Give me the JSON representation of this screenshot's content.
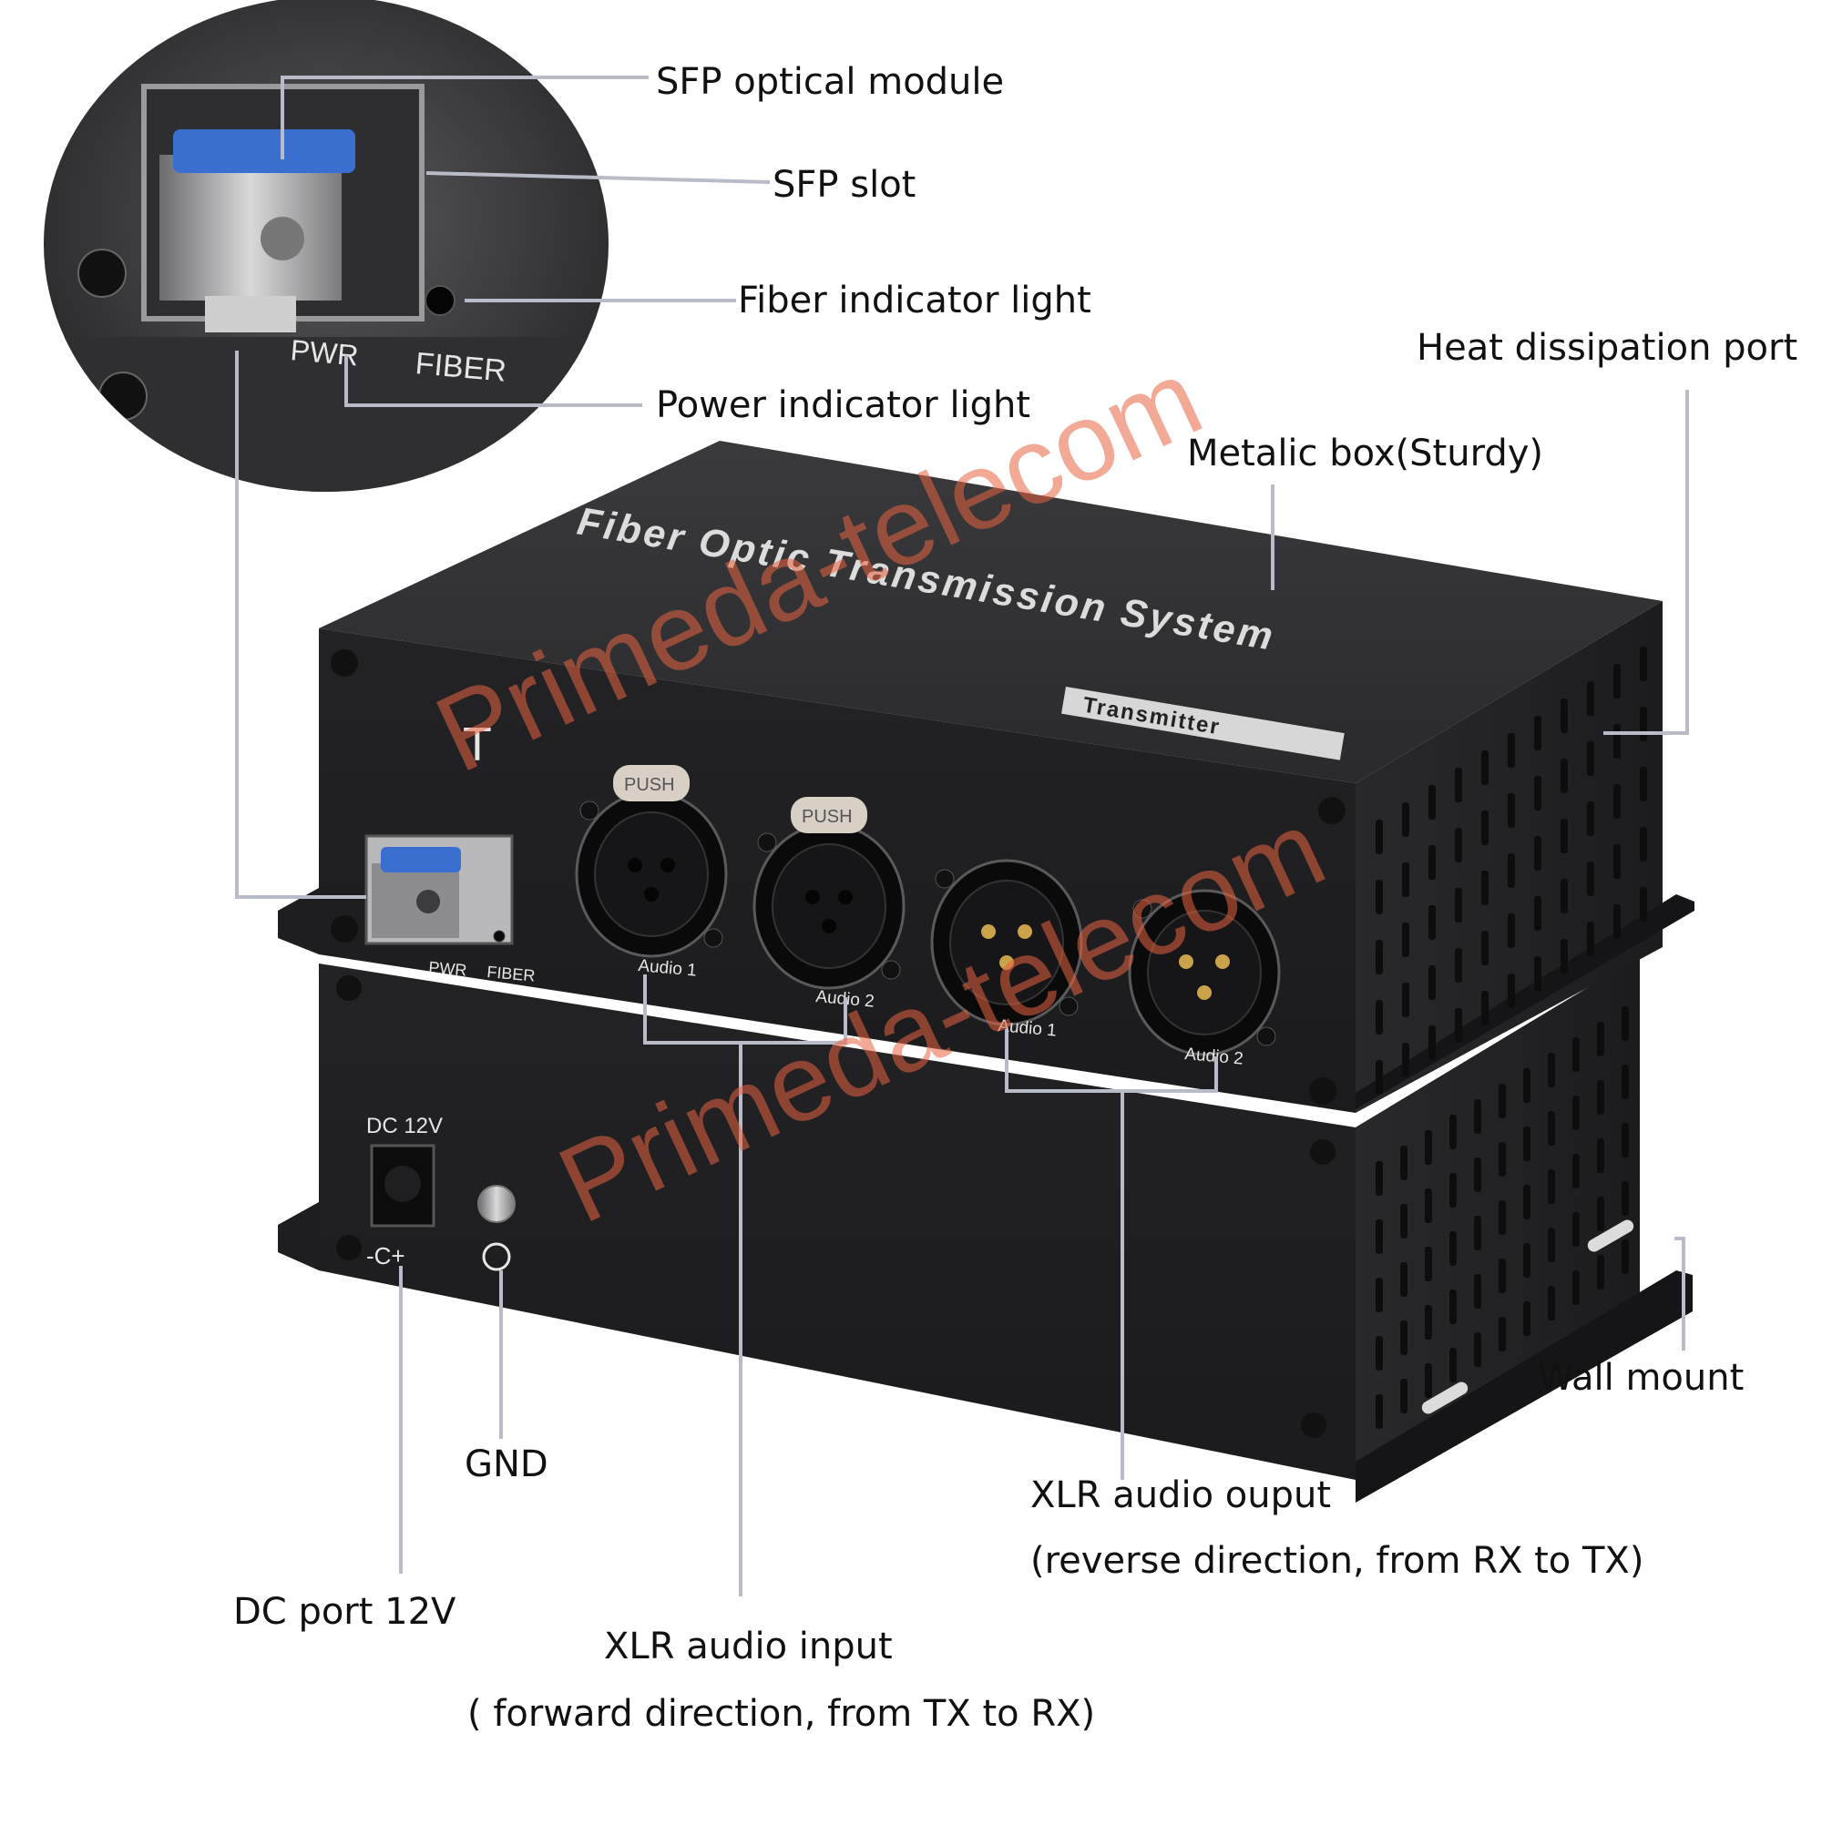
{
  "labels": {
    "sfp_module": "SFP optical module",
    "sfp_slot": "SFP slot",
    "fiber_light": "Fiber indicator light",
    "power_light": "Power indicator light",
    "heat_port": "Heat dissipation port",
    "metal_box": "Metalic box(Sturdy)",
    "wall_mount": "Wall mount",
    "gnd": "GND",
    "dc_port": "DC port 12V",
    "xlr_input": "XLR audio input",
    "xlr_input_sub": "( forward direction, from TX to RX)",
    "xlr_output": "XLR audio ouput",
    "xlr_output_sub": "(reverse direction, from RX to TX)"
  },
  "device": {
    "top_title": "Fiber Optic Transmission System",
    "badge": "Transmitter",
    "side_letter": "T",
    "push": "PUSH",
    "audio_1": "Audio 1",
    "audio_2": "Audio 2",
    "fiber": "FIBER",
    "pwr": "PWR",
    "dc_12v": "DC 12V",
    "polarity": "-C+"
  },
  "zoom": {
    "pwr": "PWR",
    "fiber": "FIBER"
  },
  "watermark": "Primeda-telecom",
  "colors": {
    "body": "#2b2b2d",
    "face": "#1f1f21",
    "leader": "#b9bcc8",
    "sfp_blue": "#3a6fd0",
    "watermark": "#e8633f"
  }
}
